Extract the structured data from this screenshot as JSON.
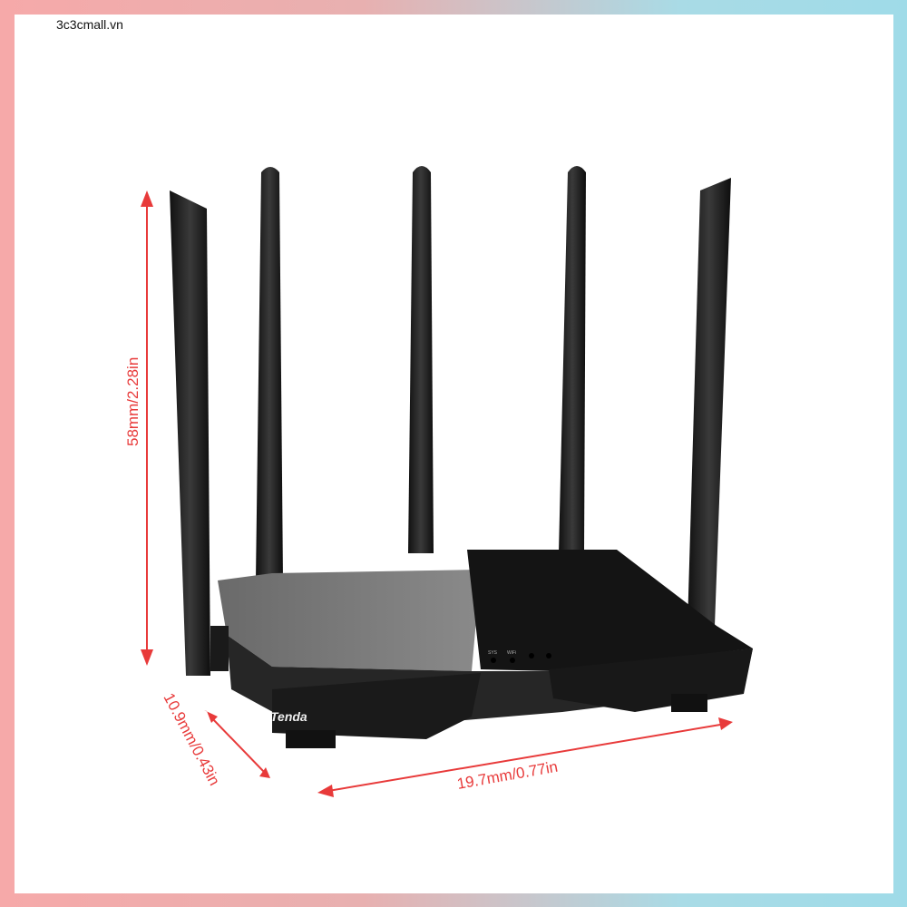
{
  "watermark": "3c3cmall.vn",
  "product": {
    "brand": "Tenda",
    "led_labels": [
      "SYS",
      "WiFi"
    ],
    "antenna_count": 5
  },
  "dimensions": {
    "height": "58mm/2.28in",
    "depth": "10.9mm/0.43in",
    "width": "19.7mm/0.77in"
  },
  "colors": {
    "dimension": "#e83a3a",
    "router_body": "#1e1e1e",
    "frame_left": "#f6a9a9",
    "frame_right": "#9fdbe8"
  }
}
